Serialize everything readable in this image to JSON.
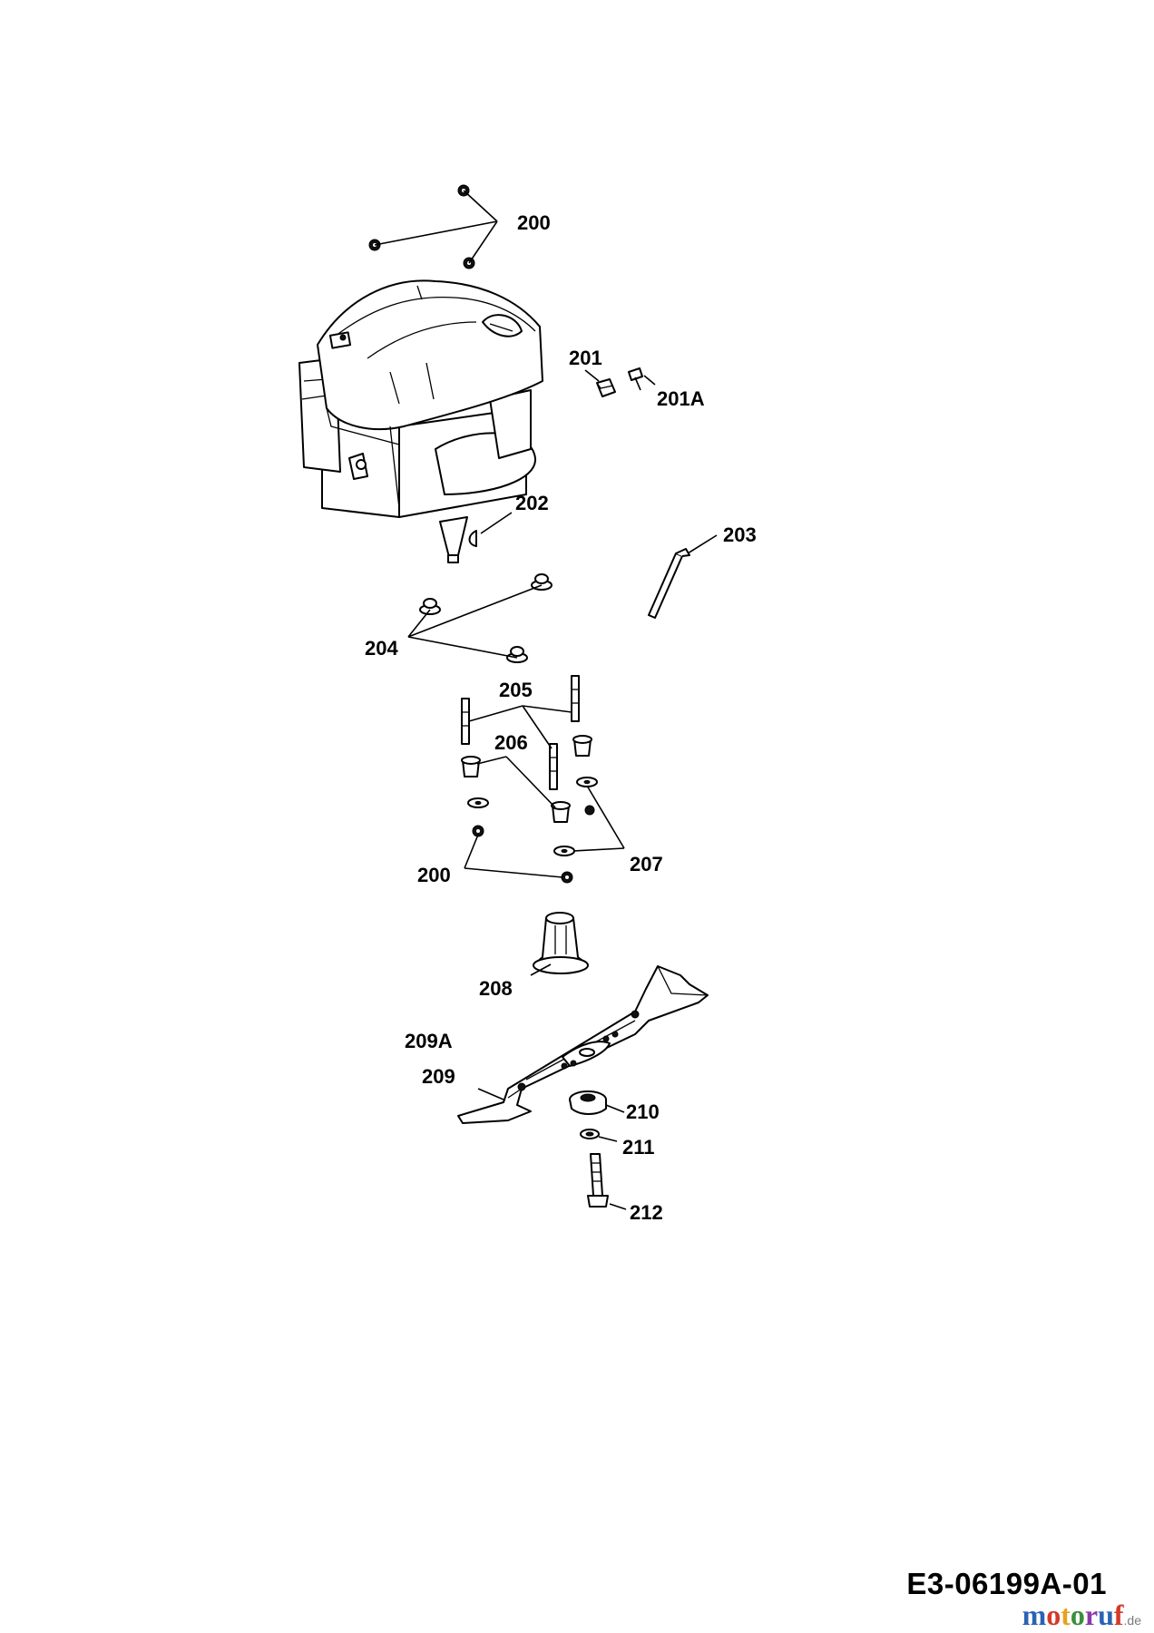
{
  "labels": {
    "l200a": "200",
    "l201": "201",
    "l201a": "201A",
    "l202": "202",
    "l203": "203",
    "l204": "204",
    "l205": "205",
    "l206": "206",
    "l200b": "200",
    "l207": "207",
    "l208": "208",
    "l209a": "209A",
    "l209": "209",
    "l210": "210",
    "l211": "211",
    "l212": "212"
  },
  "drawing_code": "E3-06199A-01",
  "watermark": {
    "brand": "motoruf",
    "domain": ".de",
    "colors": [
      "#2b63b4",
      "#d23a2a",
      "#e8a21c",
      "#3a8f3a",
      "#8a3aa8",
      "#2b63b4",
      "#d23a2a"
    ]
  }
}
